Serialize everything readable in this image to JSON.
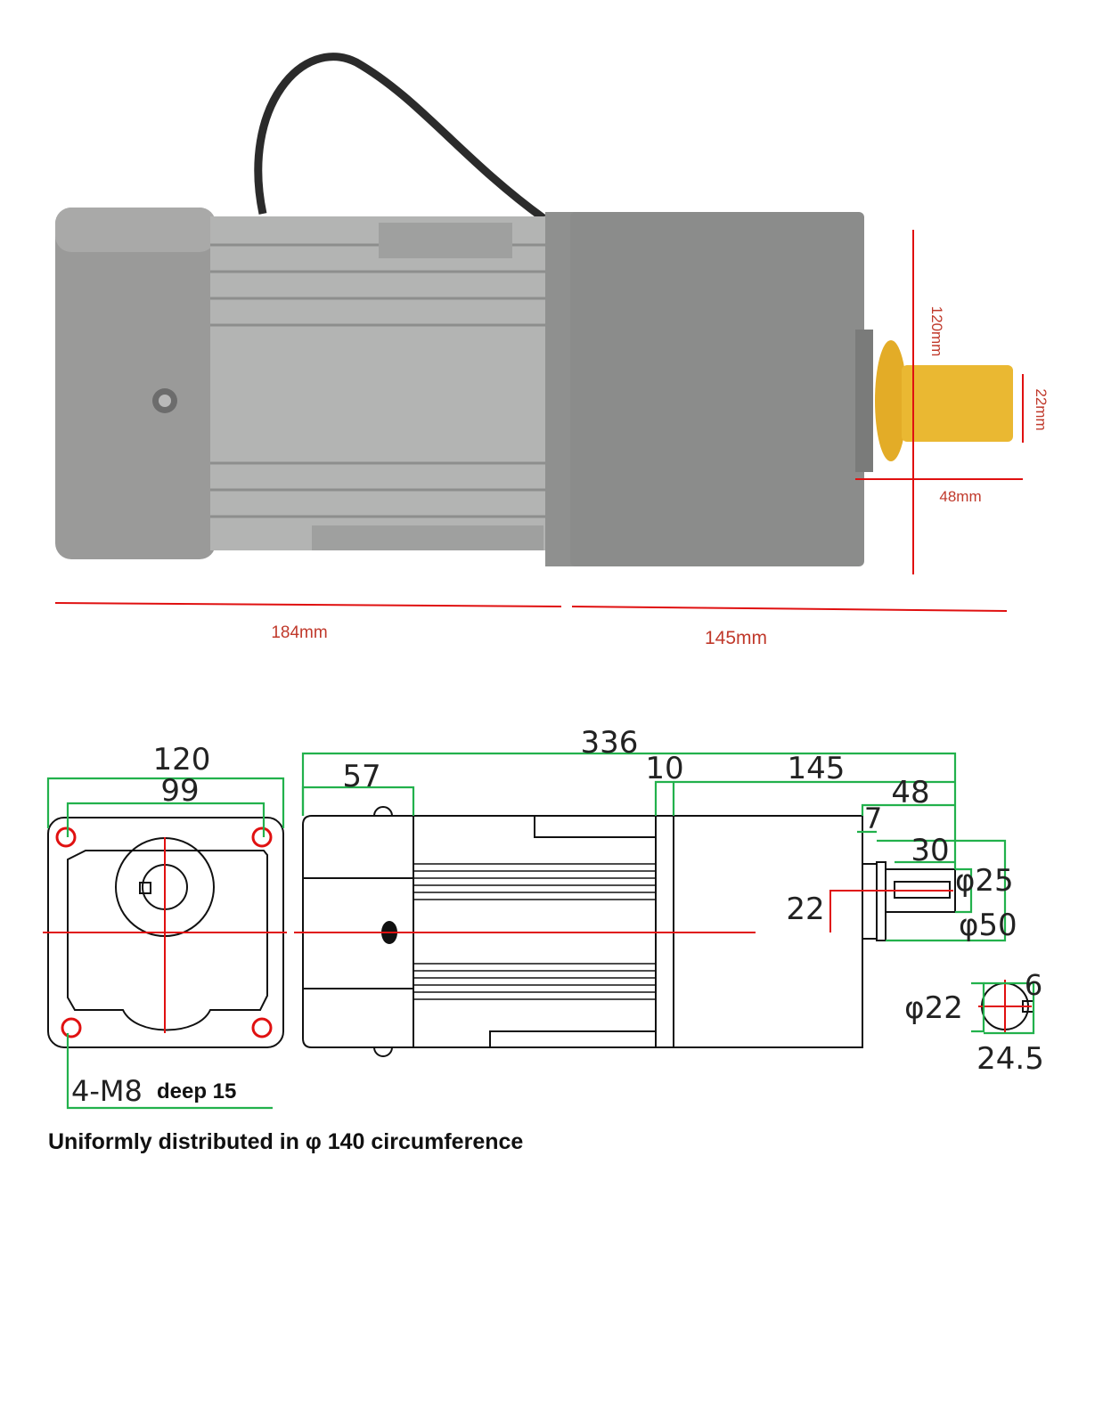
{
  "photo": {
    "dim_total_left": "184mm",
    "dim_total_right": "145mm",
    "dim_height": "120mm",
    "dim_shaft_dia": "22mm",
    "dim_shaft_len": "48mm",
    "colors": {
      "body": "#8e8f8e",
      "shaft": "#e8b431",
      "dimension_line": "#e01010"
    }
  },
  "drawing": {
    "front_view": {
      "width": "120",
      "bolt_spacing": "99",
      "holes_label": "4-M8",
      "holes_depth": "deep 15"
    },
    "side_view": {
      "overall_length": "336",
      "motor_end": "57",
      "flange": "10",
      "gearbox": "145",
      "shaft_total": "48",
      "shaft_shoulder": "7",
      "key_length": "30",
      "shaft_dia": "φ25",
      "pilot_dia": "φ50",
      "shaft_height": "22"
    },
    "shaft_section": {
      "dia": "φ22",
      "key_width": "6",
      "key_height": "24.5"
    },
    "note": "Uniformly distributed in φ 140 circumference"
  }
}
